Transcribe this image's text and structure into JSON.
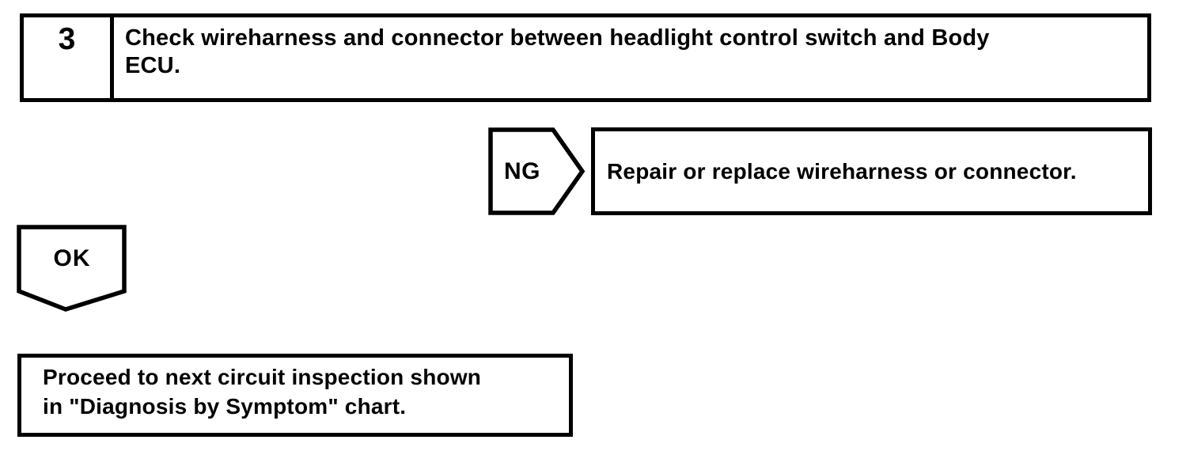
{
  "palette": {
    "ink": "#000000",
    "paper": "#ffffff"
  },
  "flowchart": {
    "step_box": {
      "number": "3",
      "instruction_lines": [
        "Check wireharness and connector between headlight control switch and Body",
        "ECU."
      ]
    },
    "ng_branch": {
      "label": "NG",
      "action": "Repair or replace wireharness or connector."
    },
    "ok_branch": {
      "label": "OK",
      "action_lines": [
        "Proceed to next circuit inspection shown",
        "in \"Diagnosis by Symptom\" chart."
      ]
    }
  }
}
